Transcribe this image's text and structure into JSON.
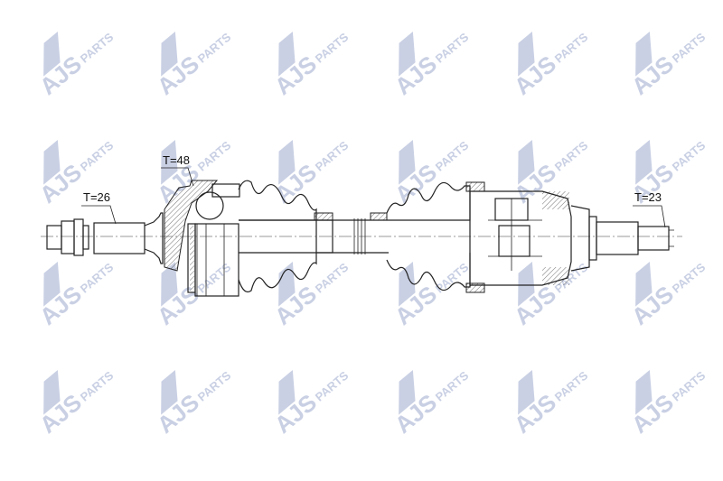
{
  "watermark": {
    "brand": "AJS",
    "suffix": "PARTS",
    "color": "#c9d0e4"
  },
  "labels": {
    "outer_thread": "T=26",
    "abs_ring": "T=48",
    "inner_thread": "T=23"
  },
  "line_color": "#222222"
}
